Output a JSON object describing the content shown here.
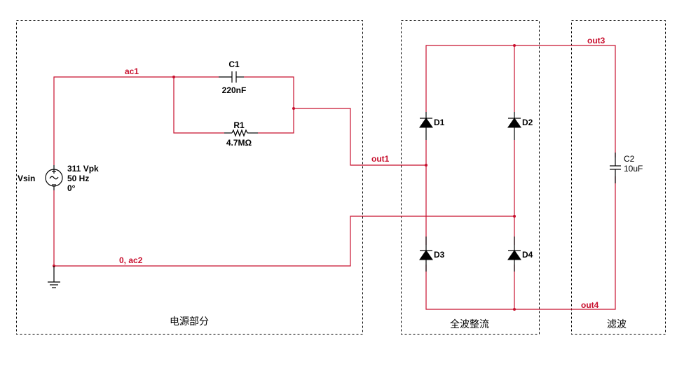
{
  "sections": {
    "power": "电源部分",
    "rectifier": "全波整流",
    "filter": "滤波"
  },
  "source": {
    "name": "Vsin",
    "amplitude": "311 Vpk",
    "frequency": "50 Hz",
    "phase": "0°"
  },
  "components": {
    "c1": {
      "name": "C1",
      "value": "220nF"
    },
    "r1": {
      "name": "R1",
      "value": "4.7MΩ"
    },
    "c2": {
      "name": "C2",
      "value": "10uF"
    },
    "d1": {
      "name": "D1"
    },
    "d2": {
      "name": "D2"
    },
    "d3": {
      "name": "D3"
    },
    "d4": {
      "name": "D4"
    }
  },
  "nets": {
    "ac1": "ac1",
    "ac2": "0, ac2",
    "out1": "out1",
    "out3": "out3",
    "out4": "out4"
  },
  "colors": {
    "wire": "#c8102e",
    "component": "#000000"
  }
}
